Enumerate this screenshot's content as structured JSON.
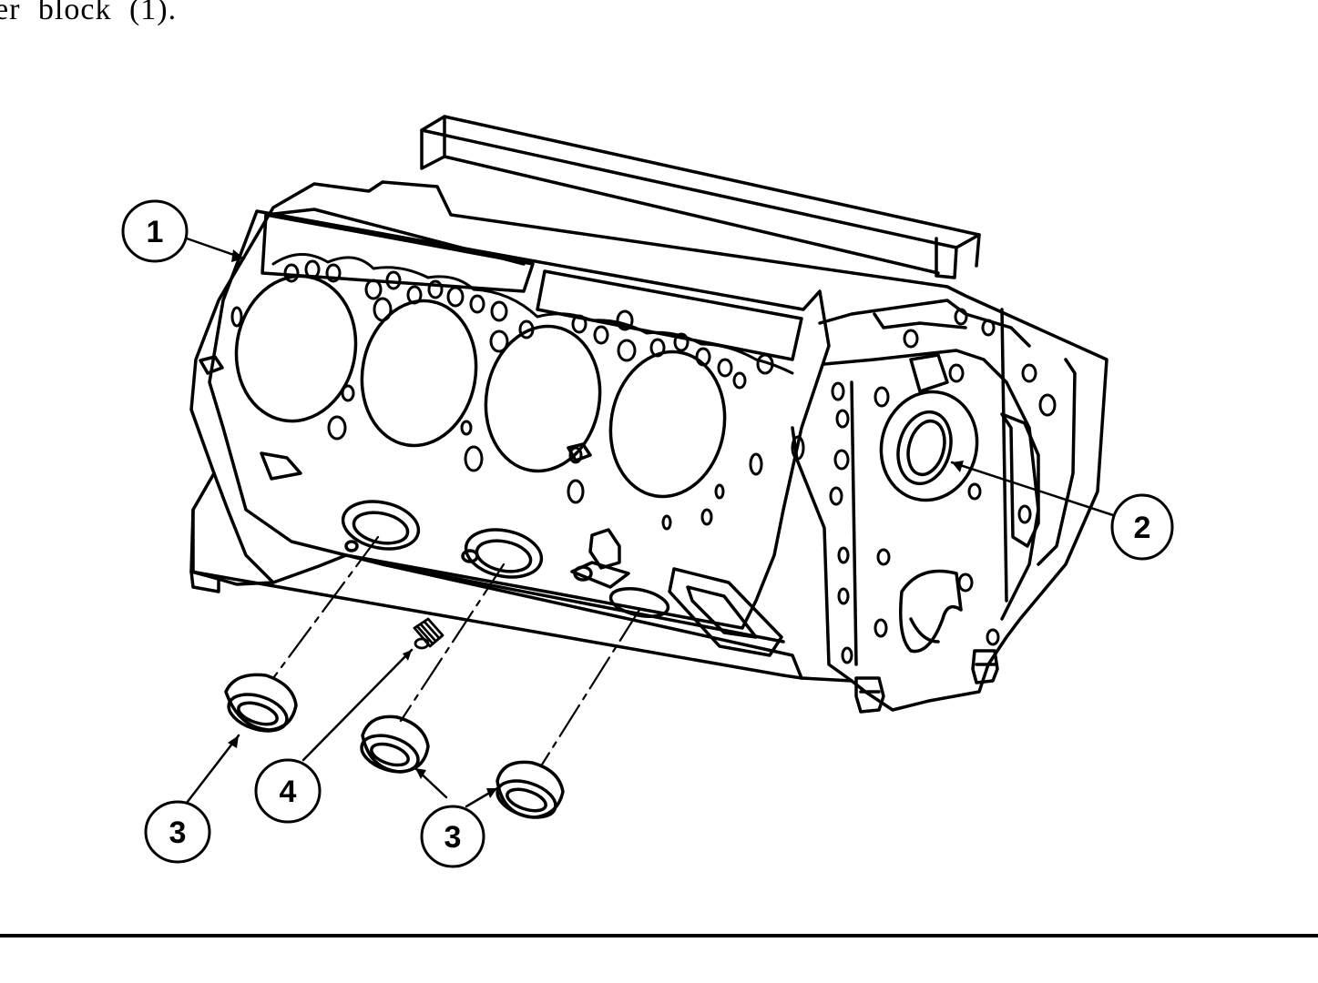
{
  "document": {
    "intro_text_fragment": "er block (1).",
    "callouts": [
      {
        "id": "callout-1",
        "label": "1"
      },
      {
        "id": "callout-2",
        "label": "2"
      },
      {
        "id": "callout-3a",
        "label": "3"
      },
      {
        "id": "callout-4",
        "label": "4"
      },
      {
        "id": "callout-3b",
        "label": "3"
      }
    ]
  }
}
